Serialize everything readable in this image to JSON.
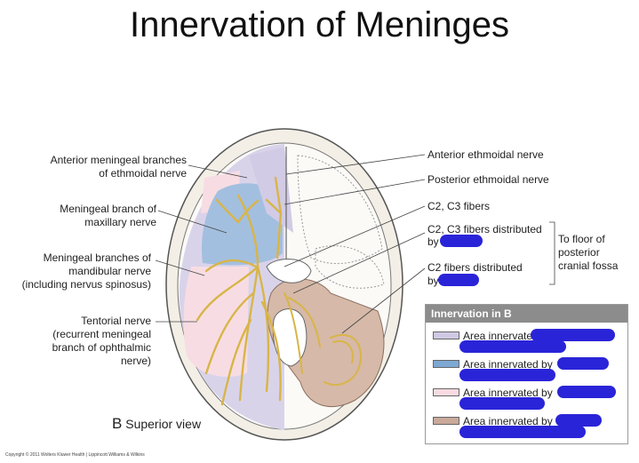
{
  "title": "Innervation of Meninges",
  "left_labels": [
    {
      "name": "label-anterior-meningeal",
      "text": "Anterior meningeal branches\nof ethmoidal nerve"
    },
    {
      "name": "label-maxillary",
      "text": "Meningeal branch of\nmaxillary nerve"
    },
    {
      "name": "label-mandibular",
      "text": "Meningeal branches of\nmandibular nerve\n(including nervus spinosus)"
    },
    {
      "name": "label-tentorial",
      "text": "Tentorial nerve\n(recurrent meningeal\nbranch of ophthalmic\nnerve)"
    }
  ],
  "right_labels": {
    "anterior_ethmoidal": "Anterior ethmoidal nerve",
    "posterior_ethmoidal": "Posterior ethmoidal nerve",
    "c2c3": "C2, C3 fibers",
    "c2c3_distributed": "C2, C3 fibers distributed",
    "c2c3_by": "by",
    "c2_distributed": "C2 fibers distributed",
    "c2_by": "by",
    "floor_note": "To floor of\nposterior\ncranial fossa"
  },
  "view_letter": "B",
  "view_label": "Superior view",
  "copyright": "Copyright © 2011 Wolters Kluwer Health | Lippincott Williams & Wilkins",
  "legend": {
    "header": "Innervation in B",
    "rows": [
      {
        "text": "Area innervated by",
        "color": "#cfc9e4"
      },
      {
        "text": "Area innervated by",
        "color": "#7da8d3"
      },
      {
        "text": "Area innervated by",
        "color": "#f8dbe1"
      },
      {
        "text": "Area innervated by",
        "color": "#c9a99a"
      }
    ]
  },
  "colors": {
    "lavender": "#d9d3ea",
    "blue": "#a3bfdf",
    "pink": "#f7dde3",
    "brown": "#d6b9a8",
    "nerve": "#d8b548",
    "redaction": "#2a24d8",
    "bone": "#f3efe6"
  }
}
